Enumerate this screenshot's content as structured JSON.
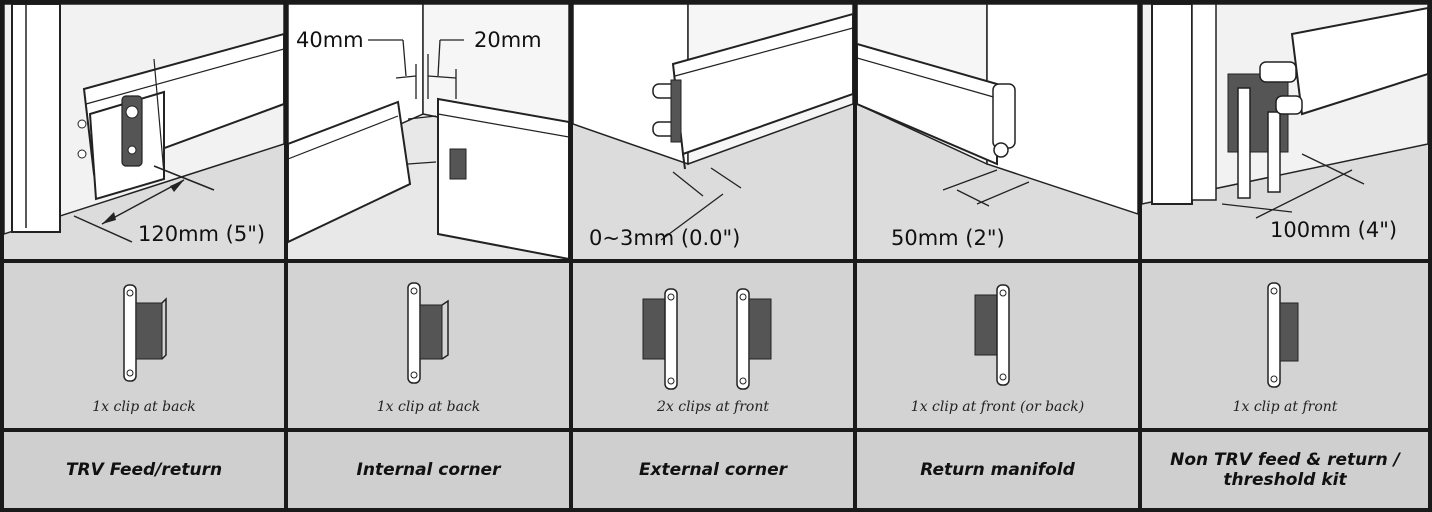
{
  "columns": [
    {
      "dimension": "120mm (5\")",
      "caption": "1x clip at back",
      "title": "TRV Feed/return"
    },
    {
      "dimension": "",
      "dim_a": "40mm",
      "dim_b": "20mm",
      "caption": "1x clip at back",
      "title": "Internal corner"
    },
    {
      "dimension": "0~3mm (0.0\")",
      "caption": "2x clips at front",
      "title": "External corner"
    },
    {
      "dimension": "50mm (2\")",
      "caption": "1x clip at front (or back)",
      "title": "Return manifold"
    },
    {
      "dimension": "100mm (4\")",
      "caption": "1x clip at front",
      "title_line1": "Non TRV feed & return /",
      "title_line2": "threshold kit"
    }
  ],
  "colors": {
    "grid": "#1a1a1a",
    "panel": "#dcdcdc",
    "row_bg": "#d3d3d3",
    "title_bg": "#cfcfcf",
    "metal": "#ffffff",
    "pad": "#555555"
  }
}
